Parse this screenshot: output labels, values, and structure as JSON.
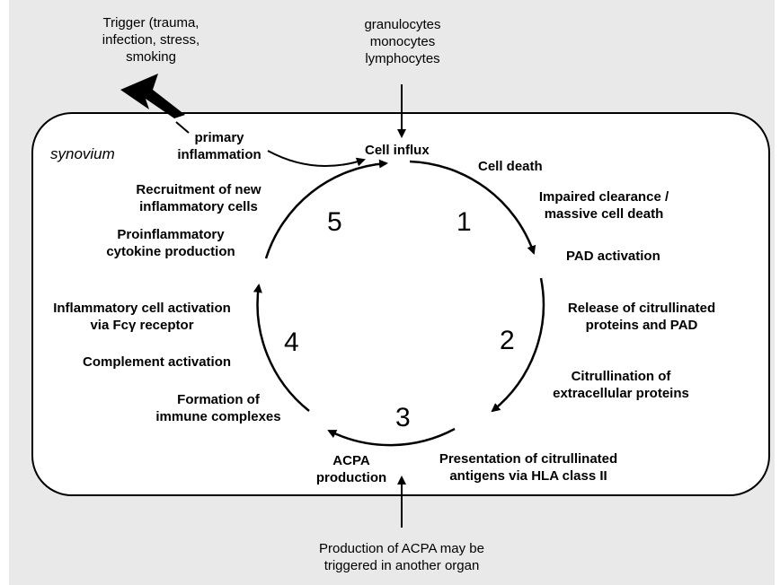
{
  "colors": {
    "background": "#e9e9e9",
    "box": "#ffffff",
    "ink": "#000000"
  },
  "top": {
    "trigger": [
      "Trigger (trauma,",
      "infection, stress,",
      "smoking"
    ],
    "cells": [
      "granulocytes",
      "monocytes",
      "lymphocytes"
    ]
  },
  "synovium_label": "synovium",
  "primary_inflammation": [
    "primary",
    "inflammation"
  ],
  "cell_influx": "Cell influx",
  "stage_numbers": [
    "1",
    "2",
    "3",
    "4",
    "5"
  ],
  "stage1": {
    "cell_death": "Cell death",
    "impaired": [
      "Impaired clearance /",
      "massive cell death"
    ],
    "pad_activation": "PAD activation"
  },
  "stage2": {
    "release": [
      "Release of citrullinated",
      "proteins and PAD"
    ],
    "citrullination": [
      "Citrullination of",
      "extracellular proteins"
    ]
  },
  "stage3": {
    "presentation": [
      "Presentation of citrullinated",
      "antigens via HLA class II"
    ],
    "acpa": [
      "ACPA",
      "production"
    ]
  },
  "stage4": {
    "immune_complexes": [
      "Formation of",
      "immune complexes"
    ],
    "complement": "Complement activation",
    "fc_receptor": [
      "Inflammatory cell activation",
      "via Fcγ receptor"
    ]
  },
  "stage5": {
    "cytokine": [
      "Proinflammatory",
      "cytokine production"
    ],
    "recruitment": [
      "Recruitment of new",
      "inflammatory cells"
    ]
  },
  "bottom_note": [
    "Production of ACPA may be",
    "triggered in another organ"
  ]
}
